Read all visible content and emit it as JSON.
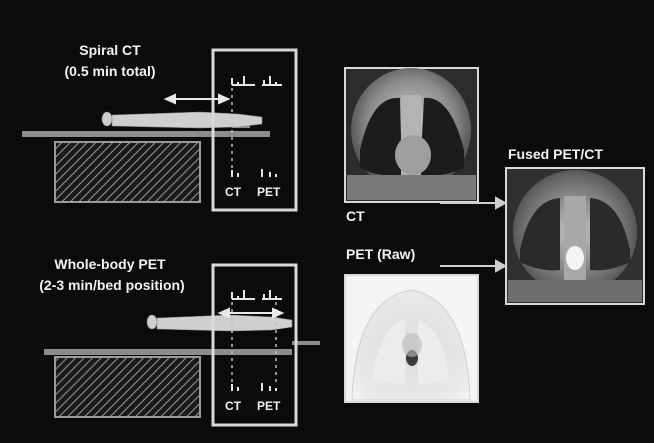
{
  "ct_section": {
    "title": "Spiral CT",
    "duration": "(0.5 min total)",
    "gantry_labels": [
      "CT",
      "PET"
    ]
  },
  "pet_section": {
    "title": "Whole-body PET",
    "duration": "(2-3 min/bed position)",
    "gantry_labels": [
      "CT",
      "PET"
    ]
  },
  "images": {
    "ct_label": "CT",
    "pet_label": "PET (Raw)",
    "fused_label": "Fused PET/CT"
  },
  "colors": {
    "background": "#0b0b0b",
    "frame": "#d9d9d9",
    "text": "#f2f2f2"
  }
}
